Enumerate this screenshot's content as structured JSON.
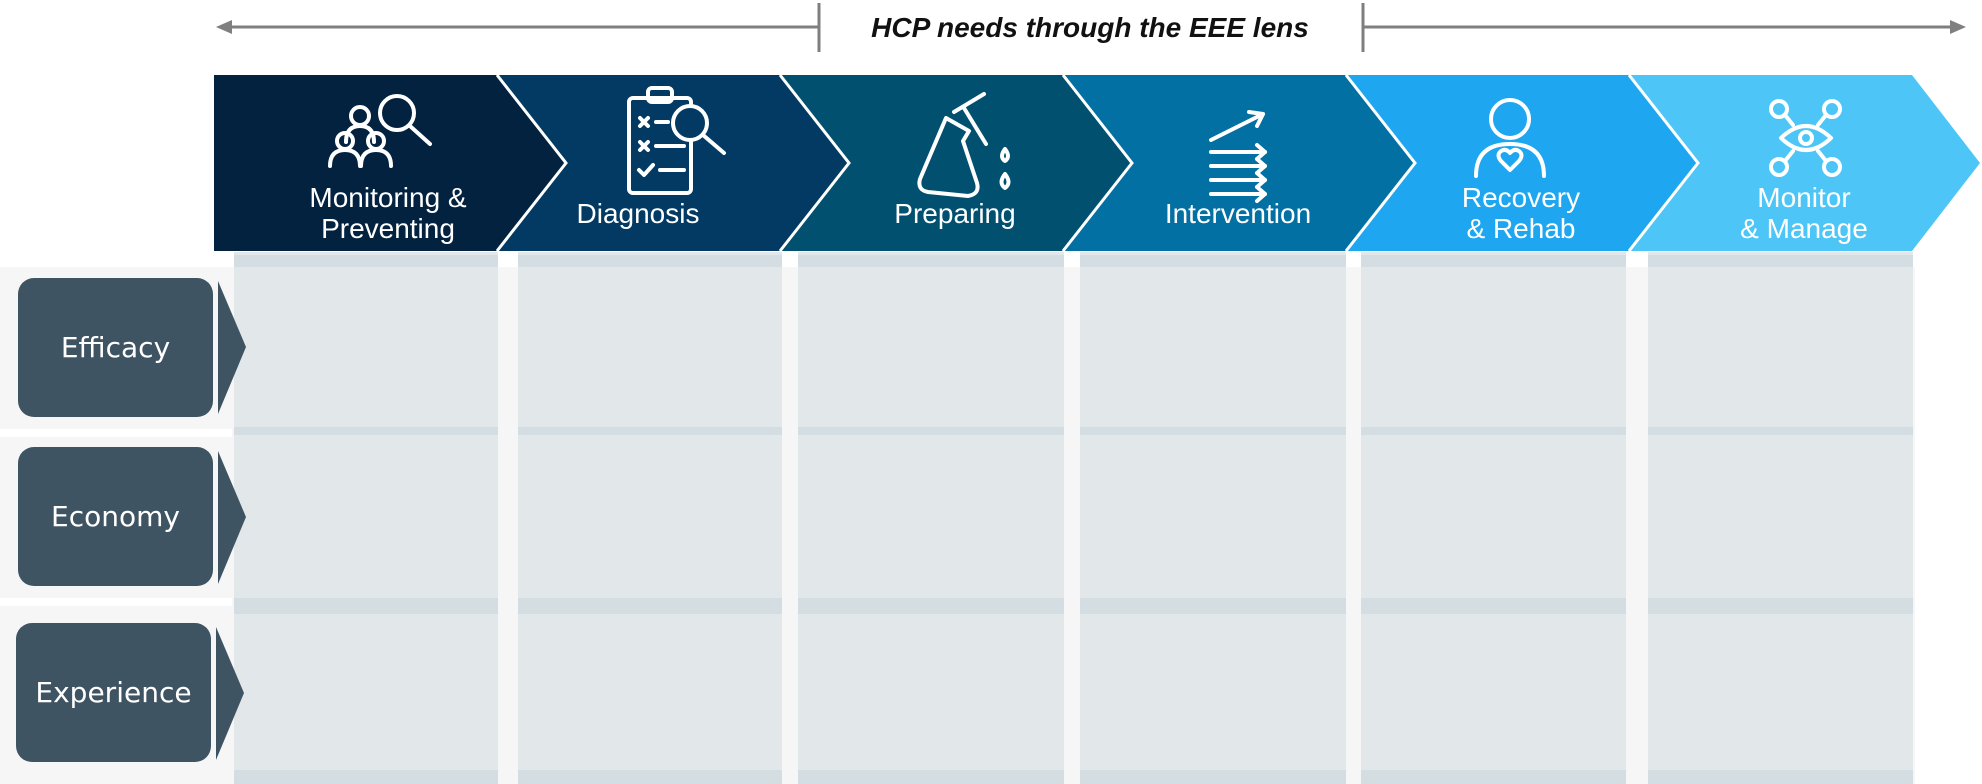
{
  "banner": {
    "title": "HCP needs through the EEE lens"
  },
  "stages": [
    {
      "label": "Monitoring &\nPreventing",
      "icon": "people-search-icon",
      "color": "#03223f"
    },
    {
      "label": "Diagnosis",
      "icon": "clipboard-search-icon",
      "color": "#023a63"
    },
    {
      "label": "Preparing",
      "icon": "flask-drops-icon",
      "color": "#02506f"
    },
    {
      "label": "Intervention",
      "icon": "arrows-icon",
      "color": "#0270a3"
    },
    {
      "label": "Recovery\n& Rehab",
      "icon": "person-heart-icon",
      "color": "#1ea7f0"
    },
    {
      "label": "Monitor\n& Manage",
      "icon": "eye-network-icon",
      "color": "#4dc6f7"
    }
  ],
  "rows": [
    {
      "label": "Efficacy"
    },
    {
      "label": "Economy"
    },
    {
      "label": "Experience"
    }
  ],
  "colors": {
    "row_label_bg": "#3f5462",
    "cell_bg": "#e2e7ea",
    "cell_band": "#d3dde2",
    "row_bg": "#f6f6f6",
    "banner_arrow": "#7f7f7f"
  }
}
